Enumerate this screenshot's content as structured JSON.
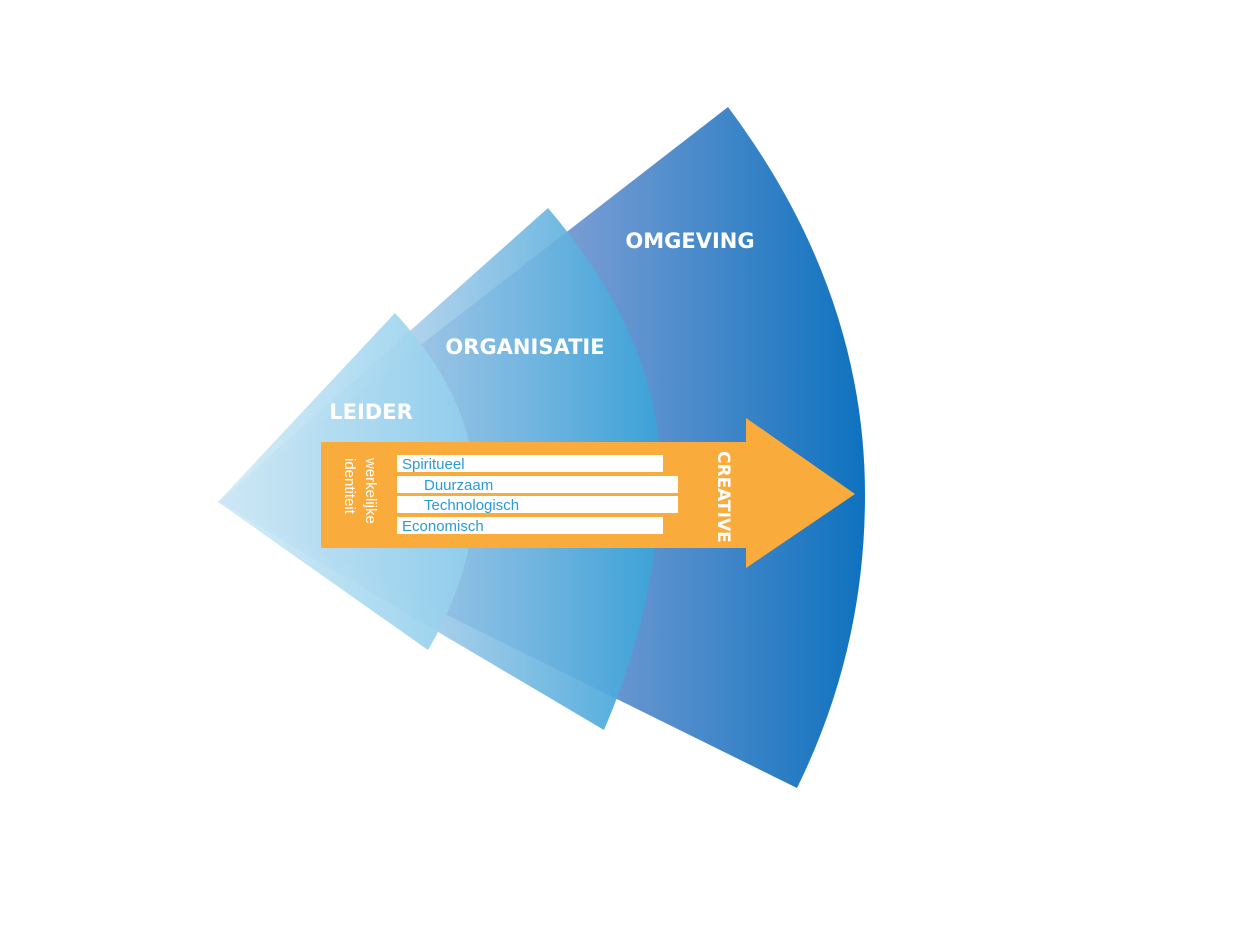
{
  "diagram": {
    "layers": {
      "outer": {
        "label": "OMGEVING",
        "color_start": "#7b9ed4",
        "color_end": "#0e72bf"
      },
      "middle": {
        "label": "ORGANISATIE",
        "color_start": "#9cc9ea",
        "color_end": "#3a9fd6"
      },
      "inner": {
        "label": "LEIDER",
        "color_start": "#cbe6f4",
        "color_end": "#8ccbeb"
      }
    },
    "arrow": {
      "color": "#f9ac3c",
      "head_label": "CREATIVE",
      "tail_label_line1": "werkelijke",
      "tail_label_line2": "identiteit",
      "fields": [
        "Spiritueel",
        "Duurzaam",
        "Technologisch",
        "Economisch"
      ]
    }
  }
}
